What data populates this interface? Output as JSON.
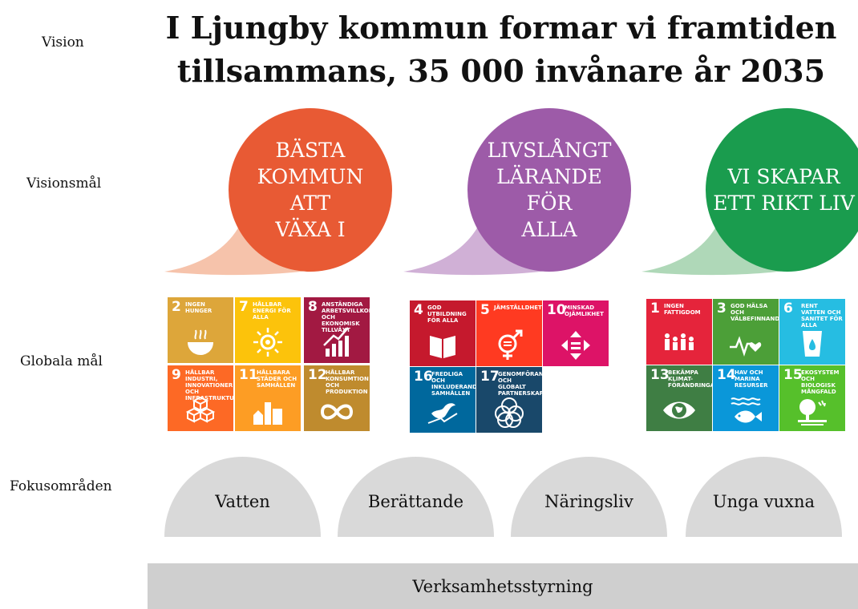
{
  "labels": {
    "vision": "Vision",
    "visionsmal": "Visionsmål",
    "globala": "Globala mål",
    "fokus": "Fokusområden"
  },
  "title": {
    "line1": "I Ljungby kommun formar vi  framtiden",
    "line2": "tillsammans, 35 000 invånare år 2035"
  },
  "vision_goals": [
    {
      "lines": [
        "BÄSTA",
        "KOMMUN ATT",
        "VÄXA I"
      ],
      "color": "#e85a34",
      "tail": "#f6c3ab"
    },
    {
      "lines": [
        "LIVSLÅNGT",
        "LÄRANDE FÖR",
        "ALLA"
      ],
      "color": "#9d5ba8",
      "tail": "#d0b0d6"
    },
    {
      "lines": [
        "VI SKAPAR",
        "ETT RIKT LIV"
      ],
      "color": "#1a9c4e",
      "tail": "#afd8b8"
    }
  ],
  "sdg_groups": [
    [
      {
        "num": "2",
        "label": "Ingen hunger",
        "color": "#dda63a",
        "icon": "bowl-icon"
      },
      {
        "num": "7",
        "label": "Hållbar energi för alla",
        "color": "#fcc30b",
        "icon": "sun-icon"
      },
      {
        "num": "8",
        "label": "Anständiga arbetsvillkor och ekonomisk tillväxt",
        "color": "#a21942",
        "icon": "growth-chart-icon"
      },
      {
        "num": "9",
        "label": "Hållbar industri, innovationer och infrastruktur",
        "color": "#fd6925",
        "icon": "cubes-icon"
      },
      {
        "num": "11",
        "label": "Hållbara städer och samhällen",
        "color": "#fd9d24",
        "icon": "city-icon"
      },
      {
        "num": "12",
        "label": "Hållbar konsumtion och produktion",
        "color": "#bf8b2e",
        "icon": "infinity-icon"
      }
    ],
    [
      {
        "num": "4",
        "label": "God utbildning för alla",
        "color": "#c5192d",
        "icon": "book-icon"
      },
      {
        "num": "5",
        "label": "Jämställdhet",
        "color": "#ff3a21",
        "icon": "gender-equality-icon"
      },
      {
        "num": "10",
        "label": "Minskad ojämlikhet",
        "color": "#dd1367",
        "icon": "reduced-inequality-icon"
      },
      {
        "num": "16",
        "label": "Fredliga och inkluderande samhällen",
        "color": "#00689d",
        "icon": "dove-icon"
      },
      {
        "num": "17",
        "label": "Genomförande och globalt partnerskap",
        "color": "#19486a",
        "icon": "rings-icon"
      }
    ],
    [
      {
        "num": "1",
        "label": "Ingen fattigdom",
        "color": "#e5243b",
        "icon": "family-icon"
      },
      {
        "num": "3",
        "label": "God hälsa och välbefinnande",
        "color": "#4c9f38",
        "icon": "heartbeat-icon"
      },
      {
        "num": "6",
        "label": "Rent vatten och sanitet för alla",
        "color": "#26bde2",
        "icon": "water-glass-icon"
      },
      {
        "num": "13",
        "label": "Bekämpa klimat-förändringarna",
        "color": "#3f7e44",
        "icon": "eye-earth-icon"
      },
      {
        "num": "14",
        "label": "Hav och marina resurser",
        "color": "#0a97d9",
        "icon": "fish-icon"
      },
      {
        "num": "15",
        "label": "Ekosystem och biologisk mångfald",
        "color": "#56c02b",
        "icon": "tree-icon"
      }
    ]
  ],
  "focus_areas": [
    "Vatten",
    "Berättande",
    "Näringsliv",
    "Unga vuxna"
  ],
  "base_bar": "Verksamhetsstyrning"
}
